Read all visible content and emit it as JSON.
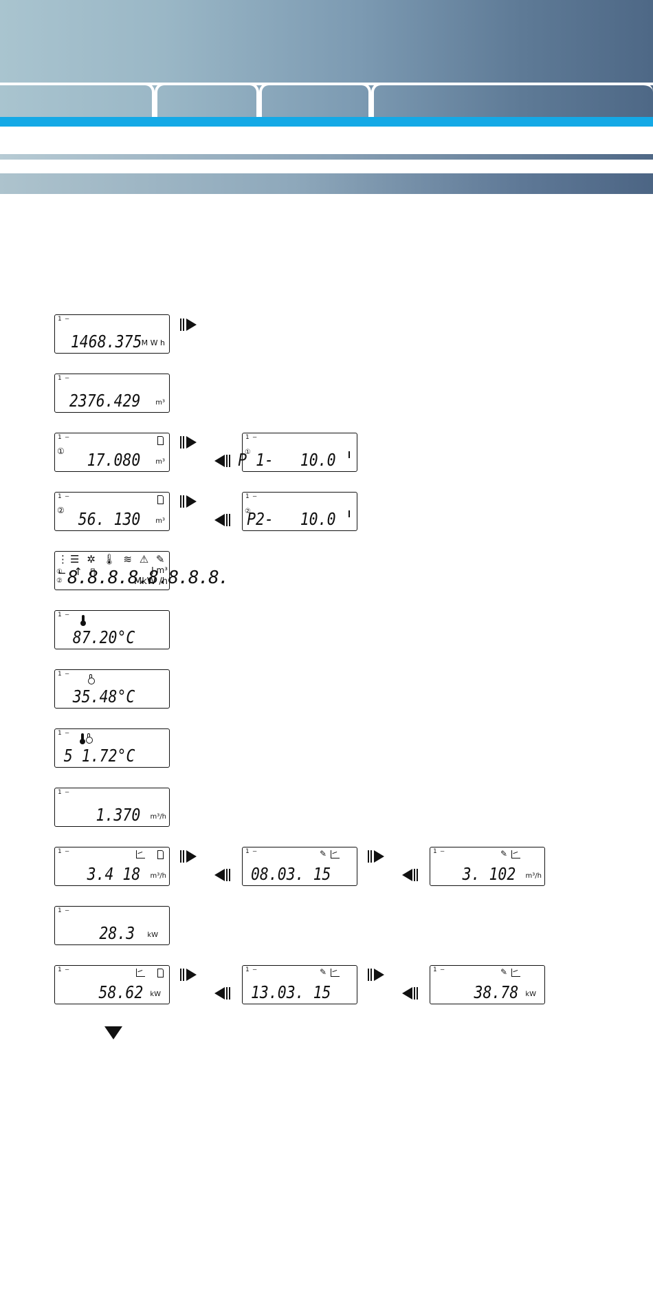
{
  "panel_indicator": "1 —",
  "displays": {
    "energy": {
      "value": "1468.375",
      "unit": "M W h"
    },
    "volume": {
      "value": "2376.429",
      "unit": "m³"
    },
    "pulse1": {
      "channel": "①",
      "value": "17.080",
      "unit": "m³"
    },
    "pulse1_cfg": {
      "channel": "①",
      "value": "P 1-   10.0"
    },
    "pulse2": {
      "channel": "②",
      "value": "56. 130",
      "unit": "m³"
    },
    "pulse2_cfg": {
      "channel": "②",
      "value": "P2-   10.0"
    },
    "segment_test": {
      "icons": "⋮☰ ✲ 🌡 ≋ ⚠ ✎ ⌙ ↑ ▯",
      "digits": "8.8.8.8.8.8.8.8.",
      "chan1": "①",
      "chan2": "②",
      "unit_prefix": "MkW",
      "unit_top": "J m³",
      "unit_bottom": "/h"
    },
    "temp_flow": {
      "value": "87.20°C"
    },
    "temp_return": {
      "value": "35.48°C"
    },
    "temp_diff": {
      "value": "5 1.72°C"
    },
    "flow_rate": {
      "value": "1.370",
      "unit": "m³/h"
    },
    "max_flow": {
      "value": "3.4 18",
      "unit": "m³/h"
    },
    "max_flow_date": {
      "value": "08.03. 15"
    },
    "max_flow_prev": {
      "value": "3. 102",
      "unit": "m³/h"
    },
    "power": {
      "value": "28.3",
      "unit": "kW"
    },
    "max_power": {
      "value": "58.62",
      "unit": "kW"
    },
    "max_power_date": {
      "value": "13.03. 15"
    },
    "max_power_prev": {
      "value": "38.78",
      "unit": "kW"
    }
  }
}
